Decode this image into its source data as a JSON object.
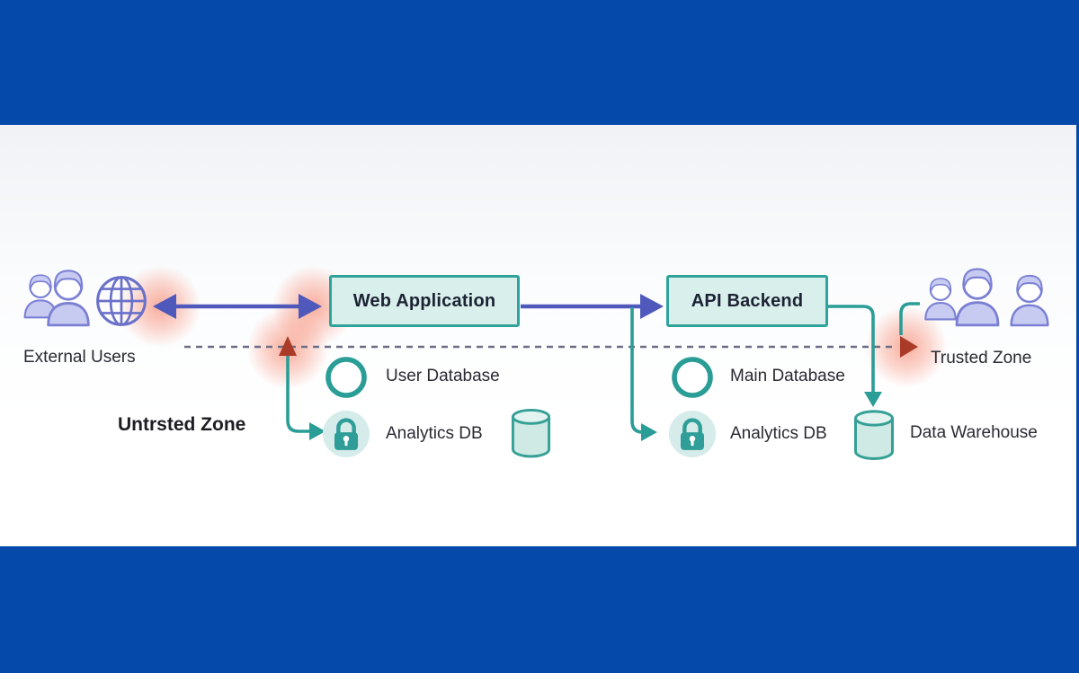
{
  "diagram": {
    "title_context": "Trust boundary architecture diagram",
    "nodes": {
      "external_users": "External Users",
      "web_application": "Web Application",
      "api_backend": "API Backend",
      "trusted_zone": "Trusted Zone",
      "untrusted_zone": "Untrsted Zone",
      "user_database": "User Database",
      "analytics_db_left": "Analytics DB",
      "main_database": "Main Database",
      "analytics_db_right": "Analytics DB",
      "data_warehouse": "Data Warehouse"
    },
    "edges": [
      {
        "from": "external_users",
        "to": "web_application",
        "style": "blue-double-arrow",
        "alert_glow": "both-ends"
      },
      {
        "from": "web_application",
        "to": "api_backend",
        "style": "blue-arrow"
      },
      {
        "from": "web_application_api_link",
        "to": "analytics_db_left",
        "style": "teal-elbow-arrow"
      },
      {
        "from": "untrusted_zone",
        "to": "trust_boundary",
        "style": "red-up-arrow",
        "alert_glow": "tip"
      },
      {
        "from": "untrusted_zone_line",
        "to": "analytics_db_left",
        "style": "teal-elbow-arrow"
      },
      {
        "from": "api_backend",
        "to": "data_warehouse",
        "style": "teal-elbow-arrow"
      },
      {
        "from": "trusted_zone",
        "to": "trust_boundary",
        "style": "red-right-arrow",
        "alert_glow": "tip"
      },
      {
        "from": "trust_boundary",
        "to": "trust_boundary",
        "style": "dashed-horizontal-line"
      }
    ],
    "colors": {
      "frame_blue": "#0549aa",
      "panel_white": "#ffffff",
      "box_fill": "#d9efec",
      "box_border": "#2fa39b",
      "arrow_blue": "#4f59bb",
      "line_teal": "#2a9d96",
      "alert_red": "#a93b28",
      "alert_glow": "rgba(246,106,76,0.55)",
      "people_fill": "#c8cbf1",
      "people_stroke": "#7b80d4",
      "dash_gray": "#6d6d85",
      "text_dark": "#2a2a33"
    }
  }
}
